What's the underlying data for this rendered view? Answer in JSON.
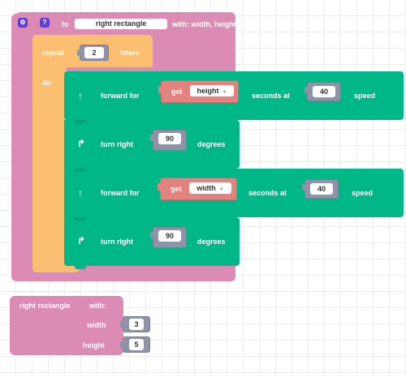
{
  "define_block": {
    "to_label": "to",
    "name": "right rectangle",
    "params_label": "with: width, height",
    "gear_icon": "gear-icon",
    "help_icon": "help-icon",
    "color": "#dc8cb4"
  },
  "repeat_block": {
    "label": "repeat",
    "count": "2",
    "times_label": "times",
    "do_label": "do",
    "color": "#fcbe70"
  },
  "statements": [
    {
      "icon": "arrow-up-icon",
      "label": "forward for",
      "get_label": "get",
      "get_var": "height",
      "seconds_label": "seconds at",
      "speed_value": "40",
      "speed_label": "speed"
    },
    {
      "icon": "turn-right-icon",
      "label": "turn right",
      "value": "90",
      "unit_label": "degrees"
    },
    {
      "icon": "arrow-up-icon",
      "label": "forward for",
      "get_label": "get",
      "get_var": "width",
      "seconds_label": "seconds at",
      "speed_value": "40",
      "speed_label": "speed"
    },
    {
      "icon": "turn-right-icon",
      "label": "turn right",
      "value": "90",
      "unit_label": "degrees"
    }
  ],
  "call_block": {
    "name_label": "right rectangle",
    "with_label": "with:",
    "args": [
      {
        "label": "width",
        "value": "3"
      },
      {
        "label": "height",
        "value": "5"
      }
    ],
    "color": "#dc8cb4"
  },
  "colors": {
    "motion": "#00b887",
    "control": "#fcbe70",
    "function": "#dc8cb4",
    "number": "#8e93a8",
    "variable": "#e2837f",
    "header_buttons": "#5e3fd6"
  }
}
